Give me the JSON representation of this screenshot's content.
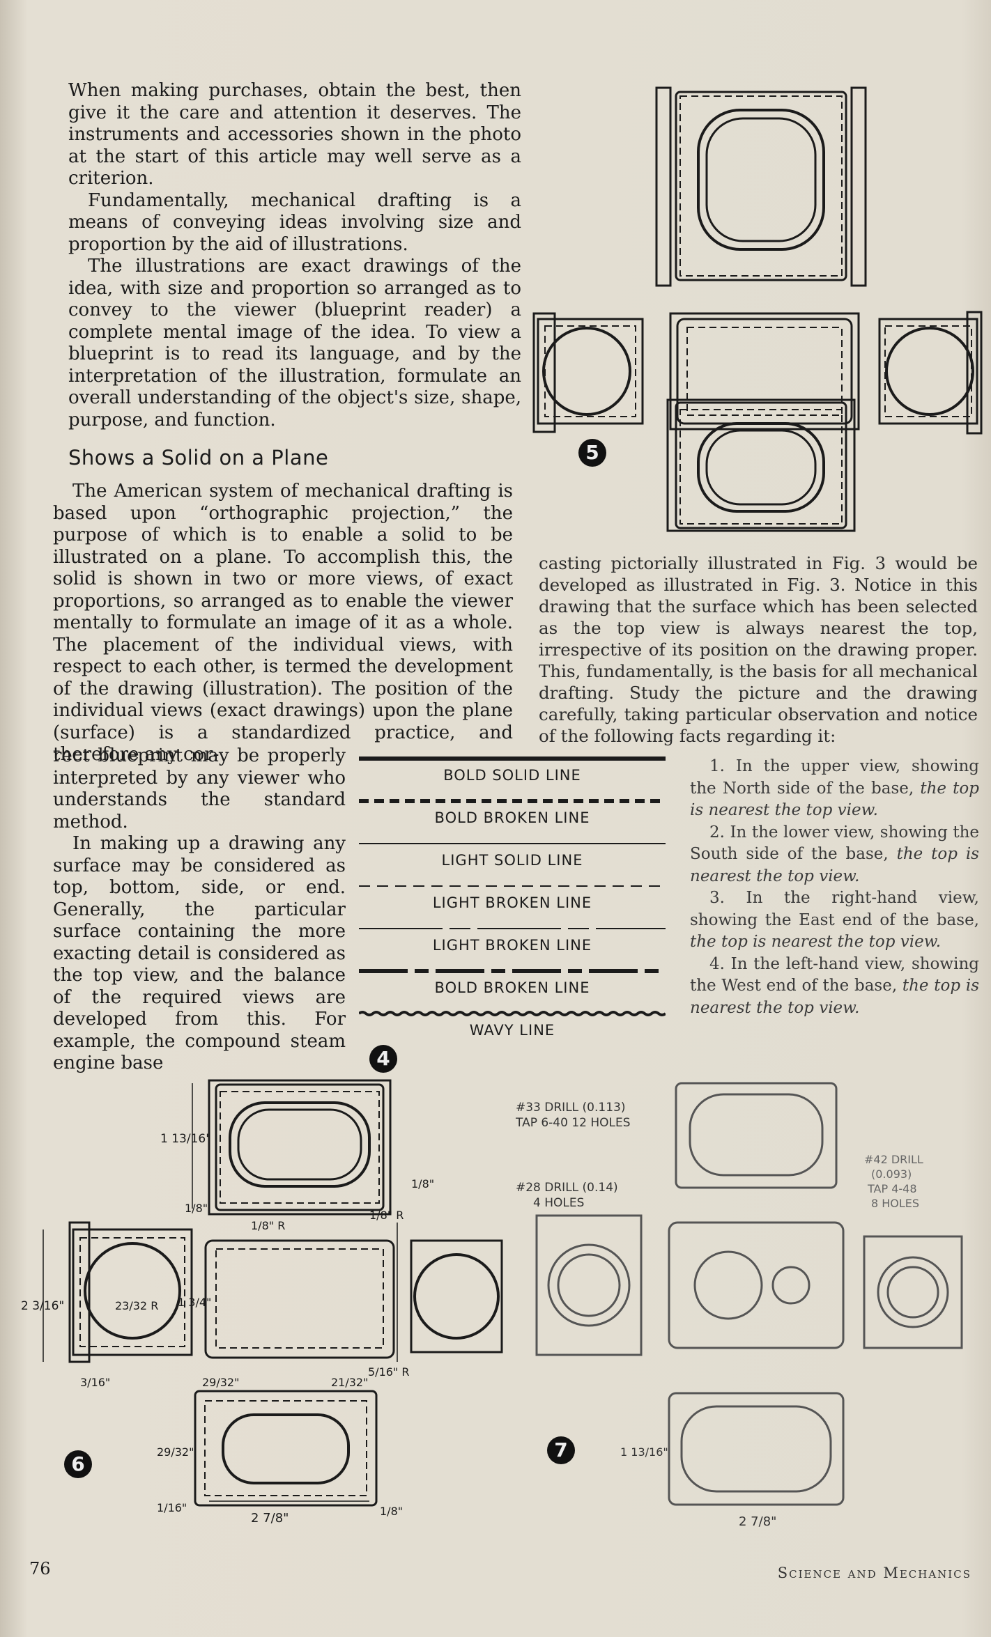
{
  "left_column": {
    "paragraphs": [
      "When making purchases, obtain the best, then give it the care and attention it deserves. The instruments and accessories shown in the photo at the start of this article may well serve as a criterion.",
      "Fundamentally, mechanical drafting is a means of conveying ideas involving size and proportion by the aid of illustrations.",
      "The illustrations are exact drawings of the idea, with size and proportion so arranged as to convey to the viewer (blueprint reader) a complete mental image of the idea. To view a blueprint is to read its language, and by the interpretation of the illustration, formulate an overall understanding of the object's size, shape, purpose, and function."
    ],
    "heading": "Shows a Solid on a Plane",
    "section_paragraph": "The American system of mechanical drafting is based upon “orthographic projection,” the purpose of which is to enable a solid to be illustrated on a plane. To accomplish this, the solid is shown in two or more views, of exact proportions, so arranged as to enable the viewer mentally to formulate an image of it as a whole. The placement of the individual views, with respect to each other, is termed the development of the drawing (illustration). The position of the individual views (exact drawings) upon the plane (surface) is a standardized practice, and therefore any cor-",
    "narrow_paragraphs": [
      "rect blueprint may be properly interpreted by any viewer who understands the standard method.",
      "In making up a drawing any surface may be considered as top, bottom, side, or end. Generally, the particular surface containing the more exacting detail is considered as the top view, and the balance of the required views are developed from this. For example, the compound steam engine base"
    ]
  },
  "right_column": {
    "paragraph": "casting pictorially illustrated in Fig. 3 would be developed as illustrated in Fig. 3. Notice in this drawing that the surface which has been selected as the top view is always nearest the top, irrespective of its position on the drawing proper. This, fundamentally, is the basis for all mechanical drafting. Study the picture and the drawing carefully, taking particular observation and notice of the following facts regarding it:",
    "list": [
      {
        "lead": "1. In the upper view, showing the North side of the base, ",
        "italic": "the top is nearest the top view."
      },
      {
        "lead": "2. In the lower view, showing the South side of the base, ",
        "italic": "the top is nearest the top view."
      },
      {
        "lead": "3. In the right-hand view, showing the East end of the base, ",
        "italic": "the top is nearest the top view."
      },
      {
        "lead": "4. In the left-hand view, showing the West end of the base, ",
        "italic": "the top is nearest the top view."
      }
    ]
  },
  "line_key": [
    {
      "label": "BOLD SOLID LINE",
      "style": "bold-solid"
    },
    {
      "label": "BOLD BROKEN LINE",
      "style": "bold-broken"
    },
    {
      "label": "LIGHT SOLID LINE",
      "style": "light-solid"
    },
    {
      "label": "LIGHT BROKEN LINE",
      "style": "light-broken"
    },
    {
      "label": "LIGHT BROKEN LINE",
      "style": "light-dash-long"
    },
    {
      "label": "BOLD BROKEN LINE",
      "style": "bold-long-short"
    },
    {
      "label": "WAVY LINE",
      "style": "wavy"
    }
  ],
  "figures": {
    "fig4": "4",
    "fig5": "5",
    "fig6": "6",
    "fig7": "7"
  },
  "fig6_dims": {
    "height_top": "1 13/16\"",
    "left_height": "2 3/16\"",
    "r_small": "1/8\" R",
    "r_small2": "1/8\" R",
    "circle_r": "23/32 R",
    "w_left": "3/16\"",
    "mid_h": "1 3/4\"",
    "w_1": "29/32\"",
    "w_2": "21/32\"",
    "r_3": "5/16\" R",
    "bottom_width": "2 7/8\"",
    "bottom_right": "1/8\"",
    "side_1": "29/32\"",
    "side_2": "1/16\"",
    "left_1": "1/8\"",
    "top_right": "1/8\""
  },
  "fig7_notes": {
    "drill_33": "#33 DRILL (0.113)",
    "tap_640": "TAP 6-40 12 HOLES",
    "drill_28": "#28 DRILL (0.14)",
    "holes_4": "4 HOLES",
    "drill_42": "#42 DRILL",
    "drill_42_size": "(0.093)",
    "tap_448": "TAP 4-48",
    "holes_8": "8 HOLES",
    "bottom_width": "2 7/8\"",
    "height": "1 13/16\""
  },
  "footer": {
    "page_number": "76",
    "magazine": "Science and Mechanics"
  }
}
